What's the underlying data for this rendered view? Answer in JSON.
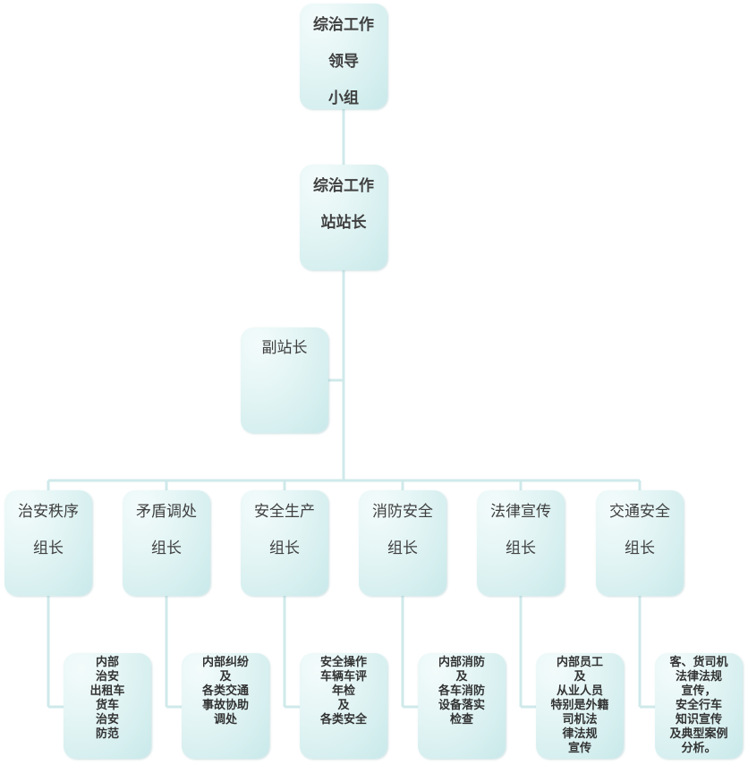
{
  "colors": {
    "connector": "#cfe9ea"
  },
  "top": {
    "lines": [
      "综治工作",
      "领导",
      "小组"
    ]
  },
  "station": {
    "lines": [
      "综治工作",
      "站站长"
    ]
  },
  "deputy": {
    "lines": [
      "副站长"
    ]
  },
  "groups": [
    {
      "lines": [
        "治安秩序",
        "组长"
      ],
      "duty": [
        "内部",
        "治安",
        "出租车",
        "货车",
        "治安",
        "防范"
      ]
    },
    {
      "lines": [
        "矛盾调处",
        "组长"
      ],
      "duty": [
        "内部纠纷",
        "及",
        "各类交通",
        "事故协助",
        "调处"
      ]
    },
    {
      "lines": [
        "安全生产",
        "组长"
      ],
      "duty": [
        "安全操作",
        "车辆车评",
        "年检",
        "及",
        "各类安全"
      ]
    },
    {
      "lines": [
        "消防安全",
        "组长"
      ],
      "duty": [
        "内部消防",
        "及",
        "各车消防",
        "设备落实",
        "检查"
      ]
    },
    {
      "lines": [
        "法律宣传",
        "组长"
      ],
      "duty": [
        "内部员工",
        "及",
        "从业人员",
        "特别是外籍",
        "司机法",
        "律法规",
        "宣传"
      ]
    },
    {
      "lines": [
        "交通安全",
        "组长"
      ],
      "duty": [
        "客、货司机",
        "法律法规",
        "宣传，",
        "安全行车",
        "知识宣传",
        "及典型案例",
        "分析。"
      ]
    }
  ]
}
